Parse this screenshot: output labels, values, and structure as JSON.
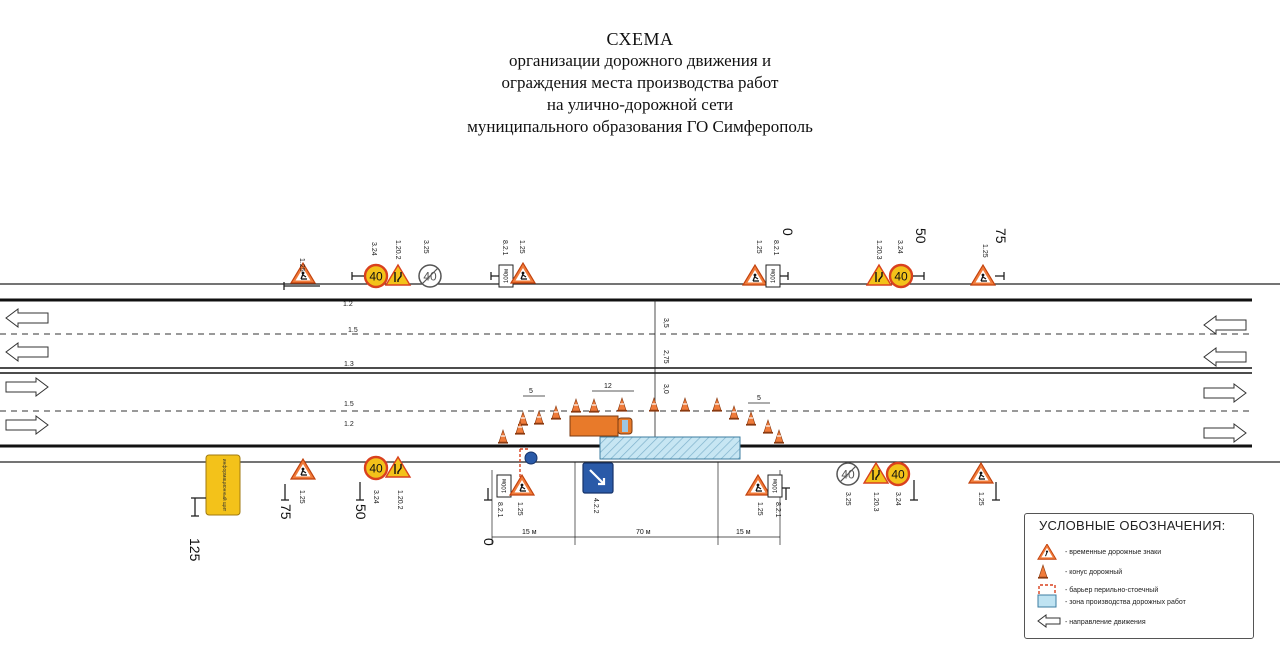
{
  "title": {
    "line1": "СХЕМА",
    "line2": "организации дорожного движения и",
    "line3": "ограждения места производства работ",
    "line4": "на улично-дорожной сети",
    "line5": "муниципального образования ГО Симферополь"
  },
  "road": {
    "markings": [
      "1.2",
      "1.5",
      "1.3",
      "1.5",
      "1.2"
    ],
    "lane_widths": [
      "3,5",
      "2,75",
      "3,0"
    ],
    "top_signs": [
      {
        "codes": [
          "1.25"
        ]
      },
      {
        "codes": [
          "3.24",
          "1.20.2"
        ]
      },
      {
        "codes": [
          "3.25"
        ]
      },
      {
        "codes": [
          "8.2.1",
          "1.25"
        ]
      },
      {
        "codes": [
          "1.25",
          "8.2.1"
        ]
      },
      {
        "codes": [
          "1.20.3",
          "3.24"
        ]
      },
      {
        "codes": [
          "1.25"
        ]
      }
    ],
    "bottom_signs": [
      {
        "codes": [
          "1.25"
        ]
      },
      {
        "codes": [
          "3.24",
          "1.20.2"
        ]
      },
      {
        "codes": [
          "8.2.1",
          "1.25"
        ]
      },
      {
        "codes": [
          "4.2.2"
        ]
      },
      {
        "codes": [
          "1.25",
          "8.2.1"
        ]
      },
      {
        "codes": [
          "3.25"
        ]
      },
      {
        "codes": [
          "1.20.3",
          "3.24"
        ]
      },
      {
        "codes": [
          "1.25"
        ]
      }
    ],
    "speed_value": "40",
    "distance_plate": "100м",
    "info_board": "информационный щит",
    "distances_top": [
      "0",
      "50",
      "75"
    ],
    "distances_bottom": [
      "125",
      "75",
      "50",
      "0"
    ],
    "work_dims": [
      "5",
      "12",
      "5"
    ],
    "zone_dims": [
      "15 м",
      "70 м",
      "15 м"
    ]
  },
  "legend": {
    "title": "УСЛОВНЫЕ ОБОЗНАЧЕНИЯ:",
    "items": [
      "- временные дорожные знаки",
      "- конус дорожный",
      "- барьер перильно-стоечный",
      "- зона производства дорожных работ",
      "- направление движения"
    ]
  },
  "colors": {
    "sign_orange": "#f07b3a",
    "sign_yellow": "#f3c21a",
    "zone_fill": "#bfe3f2",
    "truck": "#e87a2a",
    "blue_sign": "#2a5aa8"
  }
}
